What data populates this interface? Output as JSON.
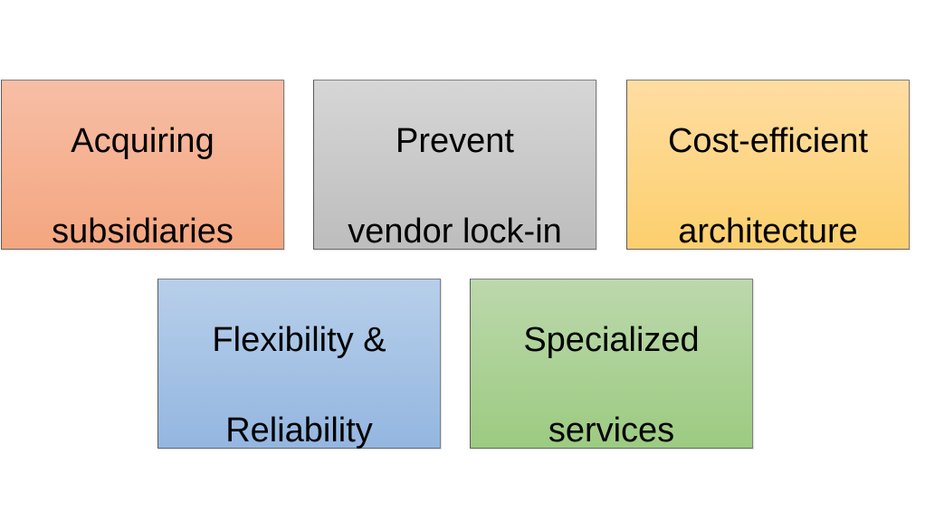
{
  "diagram": {
    "rows": [
      {
        "boxes": [
          {
            "id": "acquiring-subsidiaries",
            "lines": [
              "Acquiring",
              "subsidiaries"
            ],
            "color_top": "#f7bea6",
            "color_bottom": "#f4a67f"
          },
          {
            "id": "prevent-vendor-lock-in",
            "lines": [
              "Prevent",
              "vendor lock-in"
            ],
            "color_top": "#d6d6d6",
            "color_bottom": "#bdbdbd"
          },
          {
            "id": "cost-efficient-architecture",
            "lines": [
              "Cost-efficient",
              "architecture"
            ],
            "color_top": "#ffdda2",
            "color_bottom": "#fccf6d"
          }
        ]
      },
      {
        "boxes": [
          {
            "id": "flexibility-reliability",
            "lines": [
              "Flexibility &",
              "Reliability"
            ],
            "color_top": "#b7cfea",
            "color_bottom": "#94b6e0"
          },
          {
            "id": "specialized-services",
            "lines": [
              "Specialized",
              "services"
            ],
            "color_top": "#bcd8ac",
            "color_bottom": "#9ccb81"
          }
        ]
      }
    ]
  }
}
